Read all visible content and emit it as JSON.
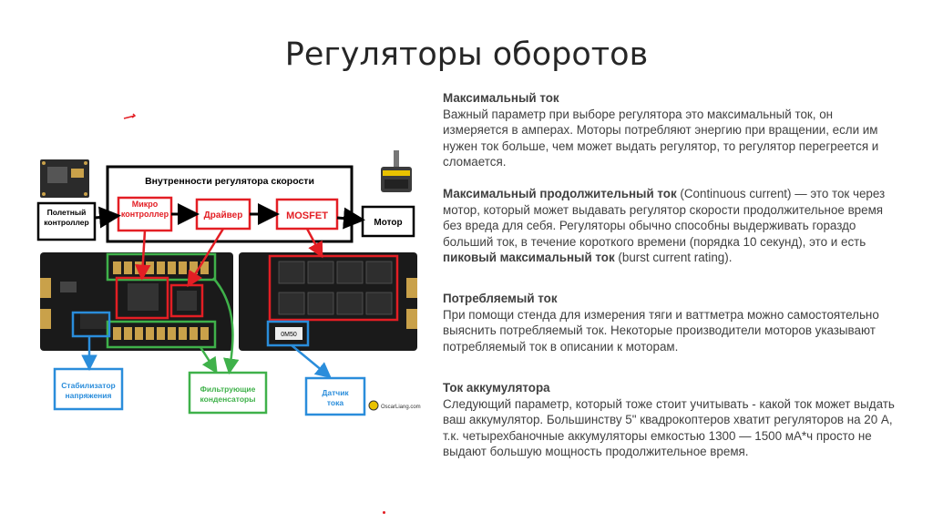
{
  "slide": {
    "title": "Регуляторы оборотов"
  },
  "sections": [
    {
      "heading": "Максимальный ток",
      "body": "Важный параметр при выборе регулятора это максимальный ток, он измеряется в амперах. Моторы потребляют энергию при вращении, если им нужен ток больше, чем может выдать регулятор, то регулятор перегреется и сломается."
    },
    {
      "heading": "Максимальный продолжительный ток",
      "body_1": " (Continuous current) — это ток через мотор, который может выдавать регулятор скорости продолжительное время без вреда для себя. Регуляторы обычно способны выдерживать гораздо больший ток, в течение короткого времени (порядка 10 секунд), это и есть ",
      "bold_2": "пиковый максимальный ток",
      "body_3": " (burst current rating)."
    },
    {
      "heading": "Потребляемый ток",
      "body": "При помощи стенда для измерения тяги и ваттметра можно самостоятельно выяснить потребляемый ток. Некоторые производители моторов указывают потребляемый ток в описании к моторам."
    },
    {
      "heading": "Ток аккумулятора",
      "body": "Следующий параметр, который тоже стоит учитывать - какой ток может выдать ваш аккумулятор. Большинству 5\" квадрокоптеров хватит регуляторов на 20 А, т.к. четырехбаночные аккумуляторы емкостью 1300 — 1500 мА*ч просто не выдают большую мощность продолжительное время."
    }
  ],
  "diagram": {
    "inner_title": "Внутренности регулятора скорости",
    "flight_controller": "Полетный контроллер",
    "microcontroller": "Микро контроллер",
    "driver": "Драйвер",
    "mosfet": "MOSFET",
    "motor": "Мотор",
    "voltage_stabilizer": "Стабилизатор напряжения",
    "filter_caps": "Фильтрующие конденсаторы",
    "current_sensor": "Датчик тока",
    "watermark": "OscarLiang.com",
    "shunt_marking": "0M50",
    "colors": {
      "red": "#e31e24",
      "green": "#3fb14a",
      "blue": "#2a8ddb",
      "pcb": "#1a1a1a",
      "gold": "#c9a14a"
    }
  }
}
